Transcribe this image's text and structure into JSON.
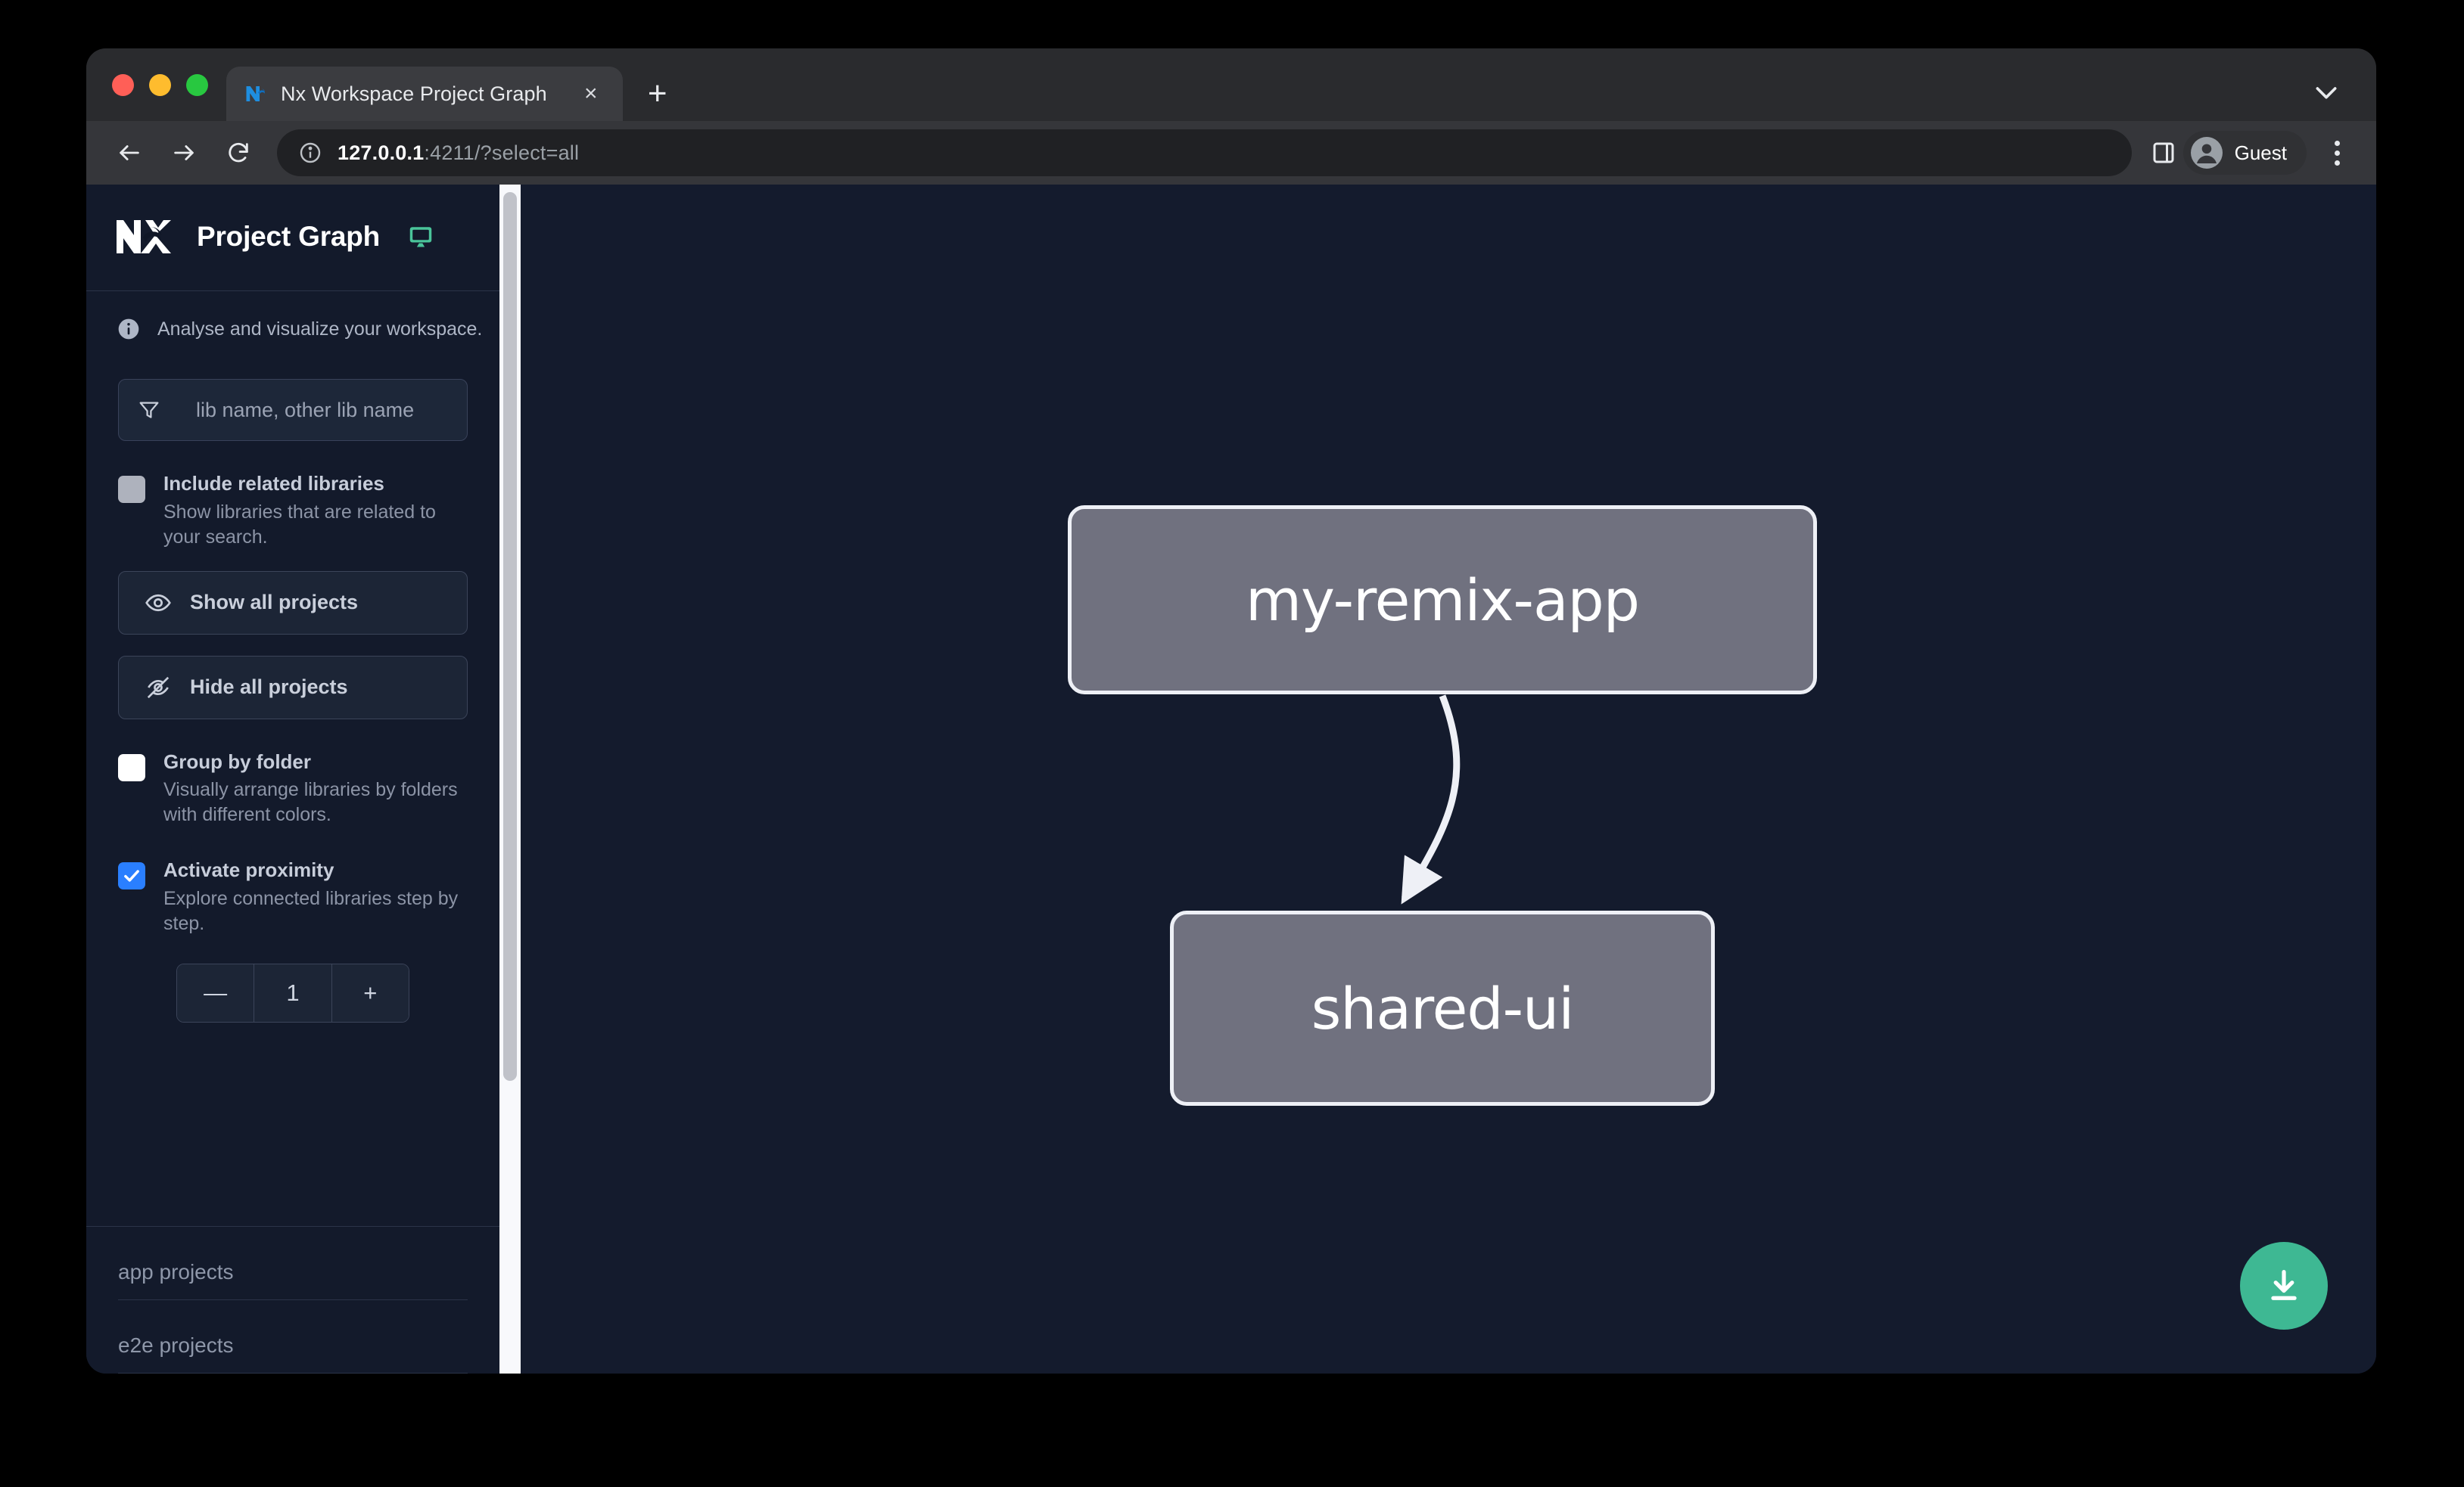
{
  "browser": {
    "tab": {
      "title": "Nx Workspace Project Graph",
      "favicon_name": "nx-favicon",
      "close_label": "×"
    },
    "new_tab_label": "+",
    "tab_list_chevron": "chevron-down-icon",
    "url_host": "127.0.0.1",
    "url_rest": ":4211/?select=all",
    "profile_label": "Guest"
  },
  "sidebar": {
    "brand_title": "Project Graph",
    "tagline": "Analyse and visualize your workspace.",
    "filter": {
      "placeholder": "lib name, other lib name",
      "value": ""
    },
    "options": [
      {
        "id": "include-related-libraries",
        "title": "Include related libraries",
        "desc": "Show libraries that are related to your search.",
        "checked": false,
        "style": "grey"
      },
      {
        "id": "group-by-folder",
        "title": "Group by folder",
        "desc": "Visually arrange libraries by folders with different colors.",
        "checked": false,
        "style": "white"
      },
      {
        "id": "activate-proximity",
        "title": "Activate proximity",
        "desc": "Explore connected libraries step by step.",
        "checked": true,
        "style": "blue"
      }
    ],
    "buttons": {
      "show_all": "Show all projects",
      "hide_all": "Hide all projects"
    },
    "stepper": {
      "decrement": "—",
      "value": "1",
      "increment": "+"
    },
    "project_groups": [
      {
        "label": "app projects"
      },
      {
        "label": "e2e projects"
      }
    ]
  },
  "graph": {
    "nodes": [
      {
        "id": "my-remix-app",
        "label": "my-remix-app"
      },
      {
        "id": "shared-ui",
        "label": "shared-ui"
      }
    ],
    "edges": [
      {
        "from": "my-remix-app",
        "to": "shared-ui"
      }
    ],
    "download_button": "download-icon"
  },
  "colors": {
    "accent_green": "#3eb893",
    "node_fill": "#70717f",
    "node_border": "#eef0f6",
    "checkbox_checked": "#2a7fff",
    "sidebar_bg": "#131a2b",
    "canvas_bg": "#141b2d"
  }
}
